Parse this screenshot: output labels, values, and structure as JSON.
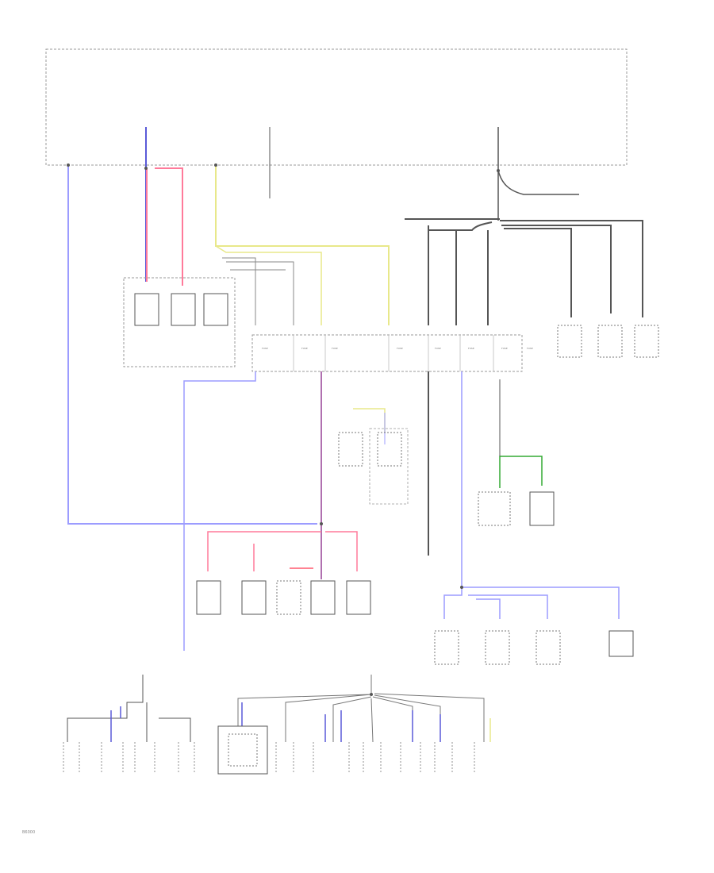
{
  "diagram": {
    "corner_code": "B6000",
    "fuse_labels": [
      "FUSE",
      "FUSE",
      "FUSE",
      "FUSE",
      "FUSE",
      "FUSE",
      "FUSE",
      "FUSE"
    ],
    "colors": {
      "ground_wire": "#9c9cff",
      "red_wire": "#ff7a9a",
      "yellow_wire": "#e8e88a",
      "gray_wire": "#555555",
      "green_wire": "#33aa33",
      "outline": "#9a9a9a",
      "box": "#555555",
      "hot_wire": "#ff5a6e",
      "blue_wire": "#5a5ad8"
    }
  }
}
